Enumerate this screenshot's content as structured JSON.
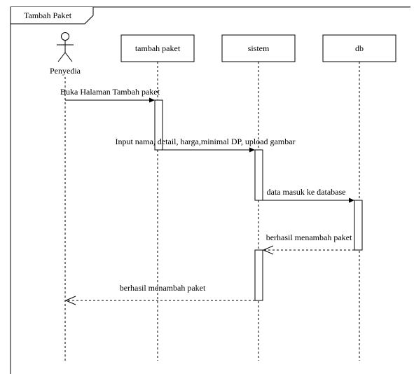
{
  "frame": {
    "title": "Tambah Paket"
  },
  "participants": [
    {
      "id": "penyedia",
      "kind": "actor",
      "label": "Penyedia"
    },
    {
      "id": "tambah_paket",
      "kind": "box",
      "label": "tambah paket"
    },
    {
      "id": "sistem",
      "kind": "box",
      "label": "sistem"
    },
    {
      "id": "db",
      "kind": "box",
      "label": "db"
    }
  ],
  "messages": [
    {
      "from": "penyedia",
      "to": "tambah_paket",
      "label": "Buka Halaman Tambah paket",
      "type": "sync"
    },
    {
      "from": "tambah_paket",
      "to": "sistem",
      "label": "Input nama, detail, harga,minimal DP, upload gambar",
      "type": "sync"
    },
    {
      "from": "sistem",
      "to": "db",
      "label": "data masuk ke database",
      "type": "sync"
    },
    {
      "from": "db",
      "to": "sistem",
      "label": "berhasil menambah paket",
      "type": "return"
    },
    {
      "from": "sistem",
      "to": "penyedia",
      "label": "berhasil menambah paket",
      "type": "return"
    }
  ],
  "colors": {
    "line": "#000000",
    "background": "#ffffff"
  }
}
